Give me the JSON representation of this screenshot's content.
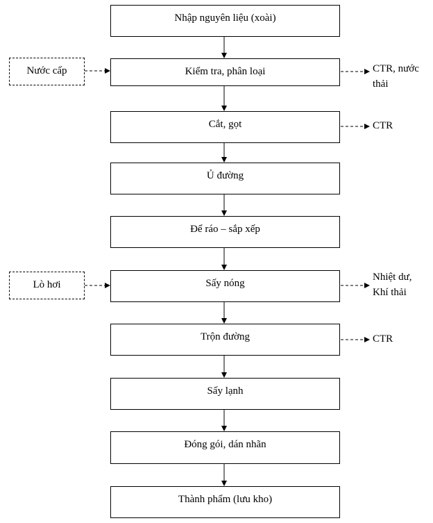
{
  "steps": [
    "Nhập nguyên liệu (xoài)",
    "Kiểm tra, phân loại",
    "Cắt, gọt",
    "Ủ đường",
    "Để ráo – sắp xếp",
    "Sấy nóng",
    "Trộn đường",
    "Sấy lạnh",
    "Đóng gói, dán nhãn",
    "Thành phẩm (lưu kho)"
  ],
  "inputs": {
    "nuoc_cap": "Nước cấp",
    "lo_hoi": "Lò hơi"
  },
  "outputs": {
    "kiem_tra_line1": "CTR, nước",
    "kiem_tra_line2": "thải",
    "cat_got": "CTR",
    "say_nong_line1": "Nhiệt dư,",
    "say_nong_line2": "Khí thải",
    "tron_duong": "CTR"
  }
}
